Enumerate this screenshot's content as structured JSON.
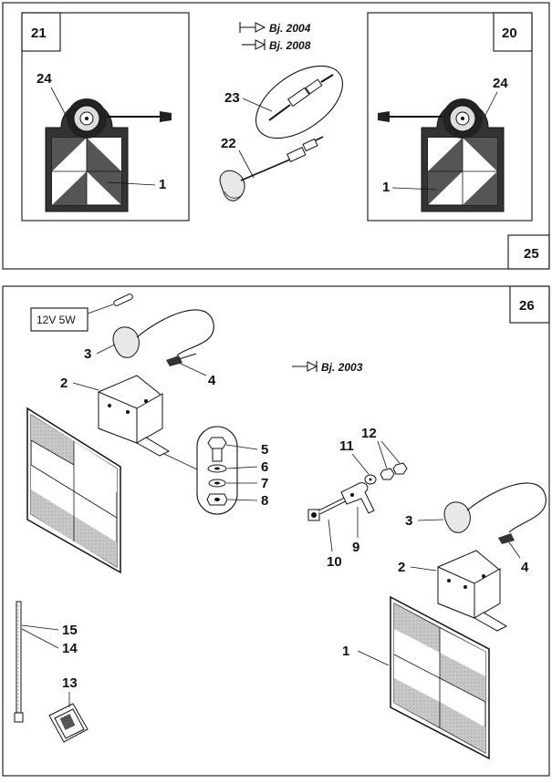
{
  "panel_top": {
    "box_left_number": "21",
    "box_right_number": "20",
    "panel_number": "25",
    "version_notes": [
      "Bj. 2004",
      "Bj. 2008"
    ],
    "callouts": {
      "lamp_left": "24",
      "lamp_right": "24",
      "reflector_left": "1",
      "reflector_right": "1",
      "connector": "23",
      "cable_lamp": "22"
    }
  },
  "panel_bottom": {
    "panel_number": "26",
    "bulb_label": "12V 5W",
    "version_note": "Bj. 2003",
    "callouts": {
      "lamp_a": "3",
      "bracket_a": "2",
      "plug_a": "4",
      "bolt": "5",
      "washer_a": "6",
      "washer_b": "7",
      "nut_a": "8",
      "clip": "9",
      "screw": "10",
      "washer_c": "11",
      "nuts": "12",
      "holder": "13",
      "tie_a": "14",
      "tie_b": "15",
      "lamp_b": "3",
      "bracket_b": "2",
      "plug_b": "4",
      "reflector": "1"
    }
  }
}
